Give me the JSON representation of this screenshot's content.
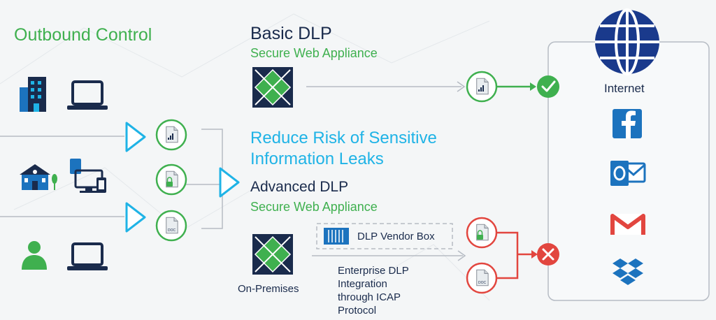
{
  "outbound_title": "Outbound Control",
  "basic": {
    "title": "Basic DLP",
    "subtitle": "Secure Web Appliance"
  },
  "risk": {
    "line1": "Reduce Risk of Sensitive",
    "line2": "Information Leaks"
  },
  "advanced": {
    "title": "Advanced DLP",
    "subtitle": "Secure Web Appliance"
  },
  "on_premises": "On-Premises",
  "vendor_box": "DLP Vendor Box",
  "enterprise": {
    "line1": "Enterprise DLP",
    "line2": "Integration",
    "line3": "through ICAP",
    "line4": "Protocol"
  },
  "internet_label": "Internet",
  "colors": {
    "navy": "#1a2b4c",
    "green": "#3fb04f",
    "cyan": "#1fb3e6",
    "blue": "#1c73be",
    "red": "#e2463f",
    "gray_line": "#b6bcc4"
  },
  "icons": {
    "sources": [
      "building-icon",
      "laptop-icon",
      "school-icon",
      "devices-icon",
      "person-icon",
      "laptop-icon"
    ],
    "services": [
      "internet-globe-icon",
      "facebook-icon",
      "outlook-icon",
      "gmail-icon",
      "dropbox-icon"
    ],
    "documents": [
      "chart-document-icon",
      "locked-document-icon",
      "doc-document-icon"
    ],
    "status": [
      "allowed-check-icon",
      "blocked-x-icon"
    ]
  }
}
